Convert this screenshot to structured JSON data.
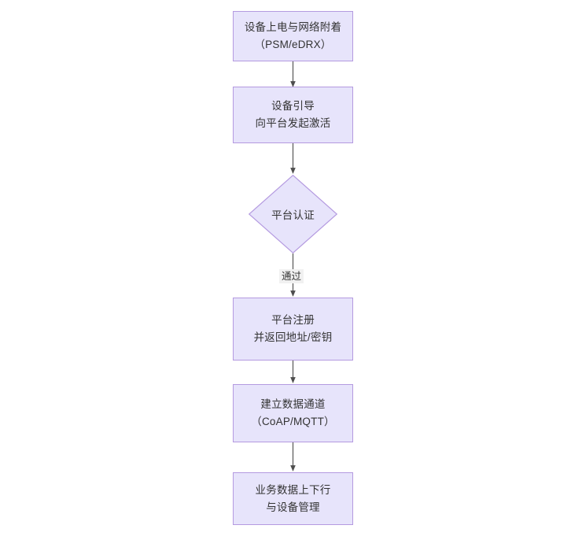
{
  "diagram": {
    "type": "flowchart",
    "orientation": "top-to-bottom",
    "title": "",
    "background_color": "#ffffff",
    "node_fill_color": "#e7e4fb",
    "node_border_color": "#b49ae0",
    "node_text_color": "#333333",
    "connector_color": "#4d4d4d",
    "edge_label_background": "#f1f1f1",
    "nodes": [
      {
        "id": "power-on",
        "shape": "rectangle",
        "lines": [
          "设备上电与网络附着",
          "（PSM/eDRX）"
        ]
      },
      {
        "id": "bootstrap",
        "shape": "rectangle",
        "lines": [
          "设备引导",
          "向平台发起激活"
        ]
      },
      {
        "id": "platform-auth",
        "shape": "diamond",
        "lines": [
          "平台认证"
        ]
      },
      {
        "id": "platform-register",
        "shape": "rectangle",
        "lines": [
          "平台注册",
          "并返回地址/密钥"
        ]
      },
      {
        "id": "data-channel",
        "shape": "rectangle",
        "lines": [
          "建立数据通道",
          "（CoAP/MQTT）"
        ]
      },
      {
        "id": "business-data",
        "shape": "rectangle",
        "lines": [
          "业务数据上下行",
          "与设备管理"
        ]
      }
    ],
    "edges": [
      {
        "id": "e1",
        "from": "power-on",
        "to": "bootstrap",
        "label": ""
      },
      {
        "id": "e2",
        "from": "bootstrap",
        "to": "platform-auth",
        "label": ""
      },
      {
        "id": "e3",
        "from": "platform-auth",
        "to": "platform-register",
        "label": "通过"
      },
      {
        "id": "e4",
        "from": "platform-register",
        "to": "data-channel",
        "label": ""
      },
      {
        "id": "e5",
        "from": "data-channel",
        "to": "business-data",
        "label": ""
      }
    ]
  }
}
